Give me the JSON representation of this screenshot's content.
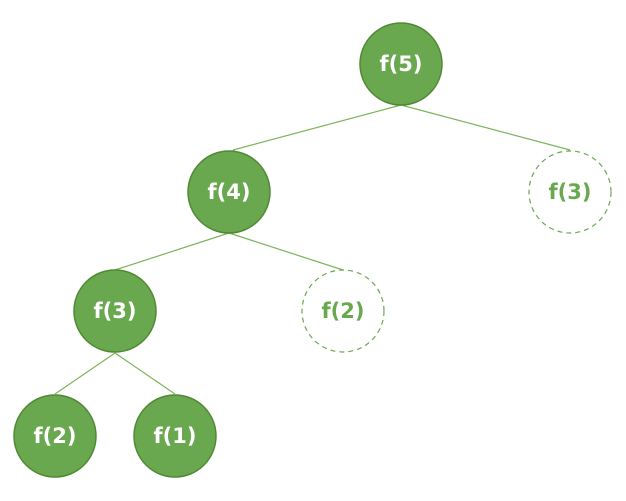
{
  "tree": {
    "root": {
      "label": "f(5)"
    },
    "left": {
      "label": "f(4)"
    },
    "right": {
      "label": "f(3)"
    },
    "left_left": {
      "label": "f(3)"
    },
    "left_right": {
      "label": "f(2)"
    },
    "left_left_left": {
      "label": "f(2)"
    },
    "left_left_right": {
      "label": "f(1)"
    }
  },
  "colors": {
    "node_fill": "#6aa84f",
    "edge": "#7cb45a"
  }
}
